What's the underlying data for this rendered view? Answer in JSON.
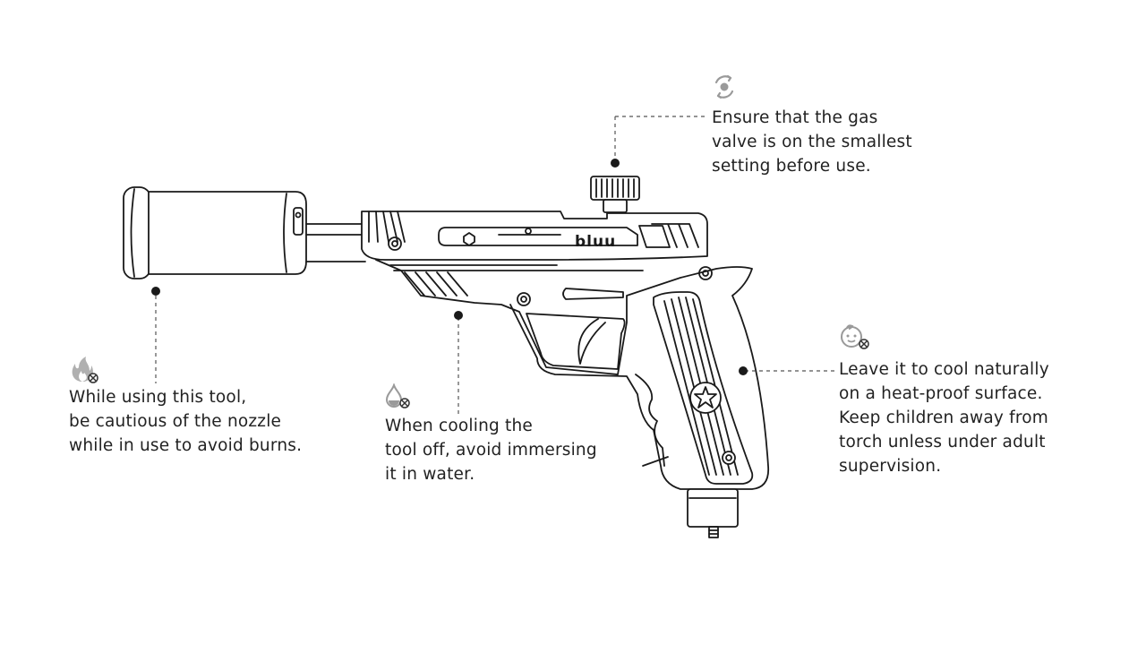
{
  "brand_text": "bluu",
  "callouts": {
    "valve": {
      "icon": "gas-valve-icon",
      "lines": [
        "Ensure that the gas",
        "valve is on the smallest",
        "setting before use."
      ]
    },
    "nozzle": {
      "icon": "no-fire-icon",
      "lines": [
        "While using this tool,",
        "be cautious of the nozzle",
        "while in use to avoid burns."
      ]
    },
    "water": {
      "icon": "no-water-icon",
      "lines": [
        "When cooling the",
        "tool off, avoid immersing",
        "it in water."
      ]
    },
    "children": {
      "icon": "no-children-icon",
      "lines": [
        "Leave it to cool naturally",
        "on a heat-proof surface.",
        "Keep children away from",
        "torch unless under adult",
        "supervision."
      ]
    }
  },
  "colors": {
    "line": "#1a1a1a",
    "text": "#222222",
    "icon": "#9a9a9a",
    "leader": "#555555"
  }
}
